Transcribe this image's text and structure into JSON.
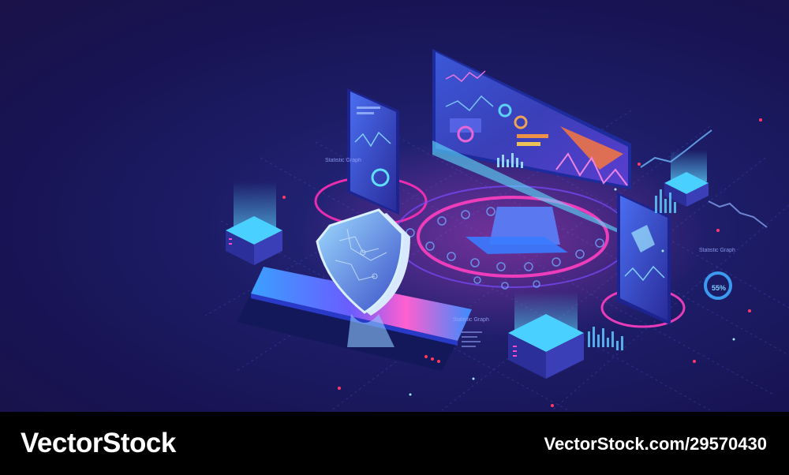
{
  "footer": {
    "brand": "VectorStock",
    "url": "VectorStock.com/29570430"
  },
  "labels": {
    "statistic_graph": "Statistic Graph",
    "percent": "55%"
  },
  "colors": {
    "background": "#1c1c66",
    "neon_pink": "#ff2fb4",
    "neon_cyan": "#3fd6ff",
    "footer": "#000000"
  },
  "icons": [
    "shield-icon",
    "monitor-icon",
    "smartphone-icon",
    "server-box-icon"
  ]
}
